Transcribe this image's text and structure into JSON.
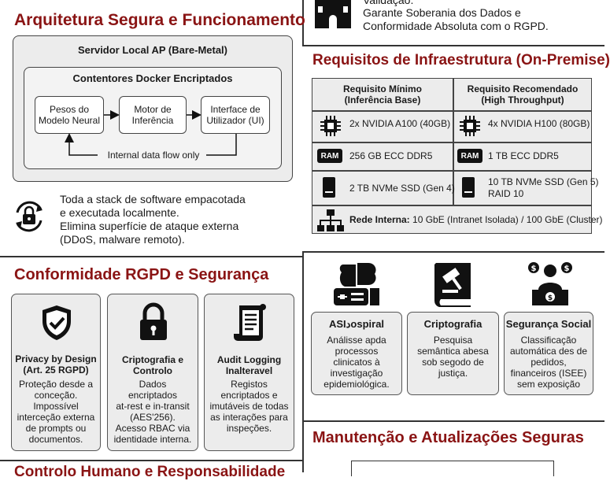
{
  "top_right_text": {
    "line1": "Validação.",
    "line2": "Garante Soberania dos Dados e",
    "line3": "Conformidade Absoluta com o RGPD."
  },
  "architecture": {
    "title": "Arquitetura Segura e Funcionamento",
    "server_label": "Servidor Local AP (Bare-Metal)",
    "containers_label": "Contentores Docker Encriptados",
    "component1": "Pesos do Modelo Neural",
    "component2": "Motor de Inferência",
    "component3": "Interface de Utilizador (UI)",
    "flow_label": "Internal data flow only",
    "bullet_line1": "Toda a stack de software empacotada",
    "bullet_line2": "e executada localmente.",
    "bullet_line3": "Elimina superfície de ataque externa",
    "bullet_line4": "(DDoS, malware remoto).",
    "icon": "lock-refresh-icon"
  },
  "infrastructure": {
    "title": "Requisitos de Infraestrutura (On-Premise)",
    "col_min_line1": "Requisito Mínimo",
    "col_min_line2": "(Inferência Base)",
    "col_rec_line1": "Requisito Recomendado",
    "col_rec_line2": "(High Throughput)",
    "gpu_min": "2x NVIDIA A100 (40GB)",
    "gpu_rec": "4x NVIDIA H100 (80GB)",
    "ram_chip": "RAM",
    "ram_min": "256 GB ECC DDR5",
    "ram_rec": "1 TB ECC DDR5",
    "ssd_min": "2 TB NVMe SSD (Gen 4)",
    "ssd_rec_line1": "10 TB NVMe SSD (Gen 5)",
    "ssd_rec_line2": "RAID 10",
    "network_label": "Rede Interna:",
    "network_value": "10 GbE (Intranet Isolada) / 100 GbE (Cluster)"
  },
  "compliance": {
    "title": "Conformidade RGPD e Segurança",
    "cards": [
      {
        "title1": "Privacy by Design",
        "title2": "(Art. 25 RGPD)",
        "desc": [
          "Proteção desde a",
          "conceção.",
          "Impossível",
          "interceção externa",
          "de prompts ou",
          "documentos."
        ]
      },
      {
        "title1": "Criptografia e",
        "title2": "Controlo",
        "desc": [
          "Dados",
          "encriptados",
          "at-rest e in-transit",
          "(AES'256).",
          "Acesso RBAC via",
          "identidade interna."
        ]
      },
      {
        "title1": "Audit Logging",
        "title2": "Inalteravel",
        "desc": [
          "Registos",
          "encriptados e",
          "imutáveis de todas",
          "as interações para",
          "inspeções."
        ]
      }
    ]
  },
  "use_cases": {
    "cards": [
      {
        "title": "ASIدospiral",
        "desc": [
          "Análisse apda",
          "processos",
          "clinicatos à",
          "investigação",
          "epidemiológica."
        ]
      },
      {
        "title": "Criptografia",
        "desc": [
          "Pesquisa",
          "semântica abesa",
          "sob segodo de",
          "justiça."
        ]
      },
      {
        "title": "Segurança Social",
        "desc": [
          "Classificação",
          "automática des de",
          "pedidos,",
          "financeiros (ISEE)",
          "sem exposição"
        ]
      }
    ]
  },
  "maintenance": {
    "title": "Manutenção e Atualizações Seguras"
  },
  "bottom_left_title": "Controlo Humano e Responsabilidade",
  "colors": {
    "accent": "#8a1414",
    "card_bg": "#ececec",
    "border": "#444444"
  }
}
